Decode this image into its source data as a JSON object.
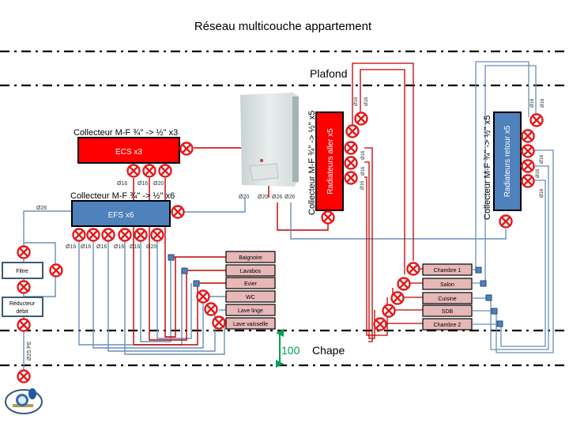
{
  "title": "Réseau multicouche appartement",
  "zones": {
    "ceiling": "Plafond",
    "screed": "Chape",
    "screed_thickness": "100"
  },
  "colors": {
    "hot": "#ff0000",
    "hot_line": "#c00000",
    "cold": "#4f81bd",
    "cold_line": "#6b8fb8",
    "outlet_fill": "#e6b8b7",
    "valve": "#e31a1c",
    "dim_arrow": "#00a050"
  },
  "manifolds": {
    "ecs": {
      "label": "ECS x3",
      "caption": "Collecteur M-F ¾\" -> ½\" x3",
      "outlets": [
        "Ø16",
        "Ø16",
        "Ø20"
      ]
    },
    "efs": {
      "label": "EFS x6",
      "caption": "Collecteur M-F ¾\" -> ½\" x6",
      "outlets": [
        "Ø16",
        "Ø16",
        "Ø16",
        "Ø16",
        "Ø16",
        "Ø20"
      ],
      "inlet": "Ø26"
    },
    "rad_supply": {
      "label": "Radiateurs aller x5",
      "caption": "Collecteur M-F ¾\" -> ½\" x5",
      "outlets": [
        "Ø16",
        "Ø16",
        "Ø16",
        "Ø16",
        "Ø16"
      ]
    },
    "rad_return": {
      "label": "Radiateurs retour x5",
      "caption": "Collecteur M-F ¾\" -> ½\" x5",
      "outlets": [
        "Ø16",
        "Ø16",
        "Ø16",
        "Ø16",
        "Ø16"
      ]
    }
  },
  "boiler": {
    "connections": [
      "Ø20",
      "Ø20",
      "Ø26",
      "Ø26"
    ]
  },
  "supply_chain": {
    "filter": "Filtre",
    "reducer_line1": "Réducteur",
    "reducer_line2": "débit",
    "main_pipe": "Ø25 PE"
  },
  "fixtures": [
    "Baignoire",
    "Lavabos",
    "Evier",
    "WC",
    "Lave linge",
    "Lave vaisselle"
  ],
  "rooms": [
    "Chambre 1",
    "Salon",
    "Cuisine",
    "SDB",
    "Chambre 2"
  ]
}
